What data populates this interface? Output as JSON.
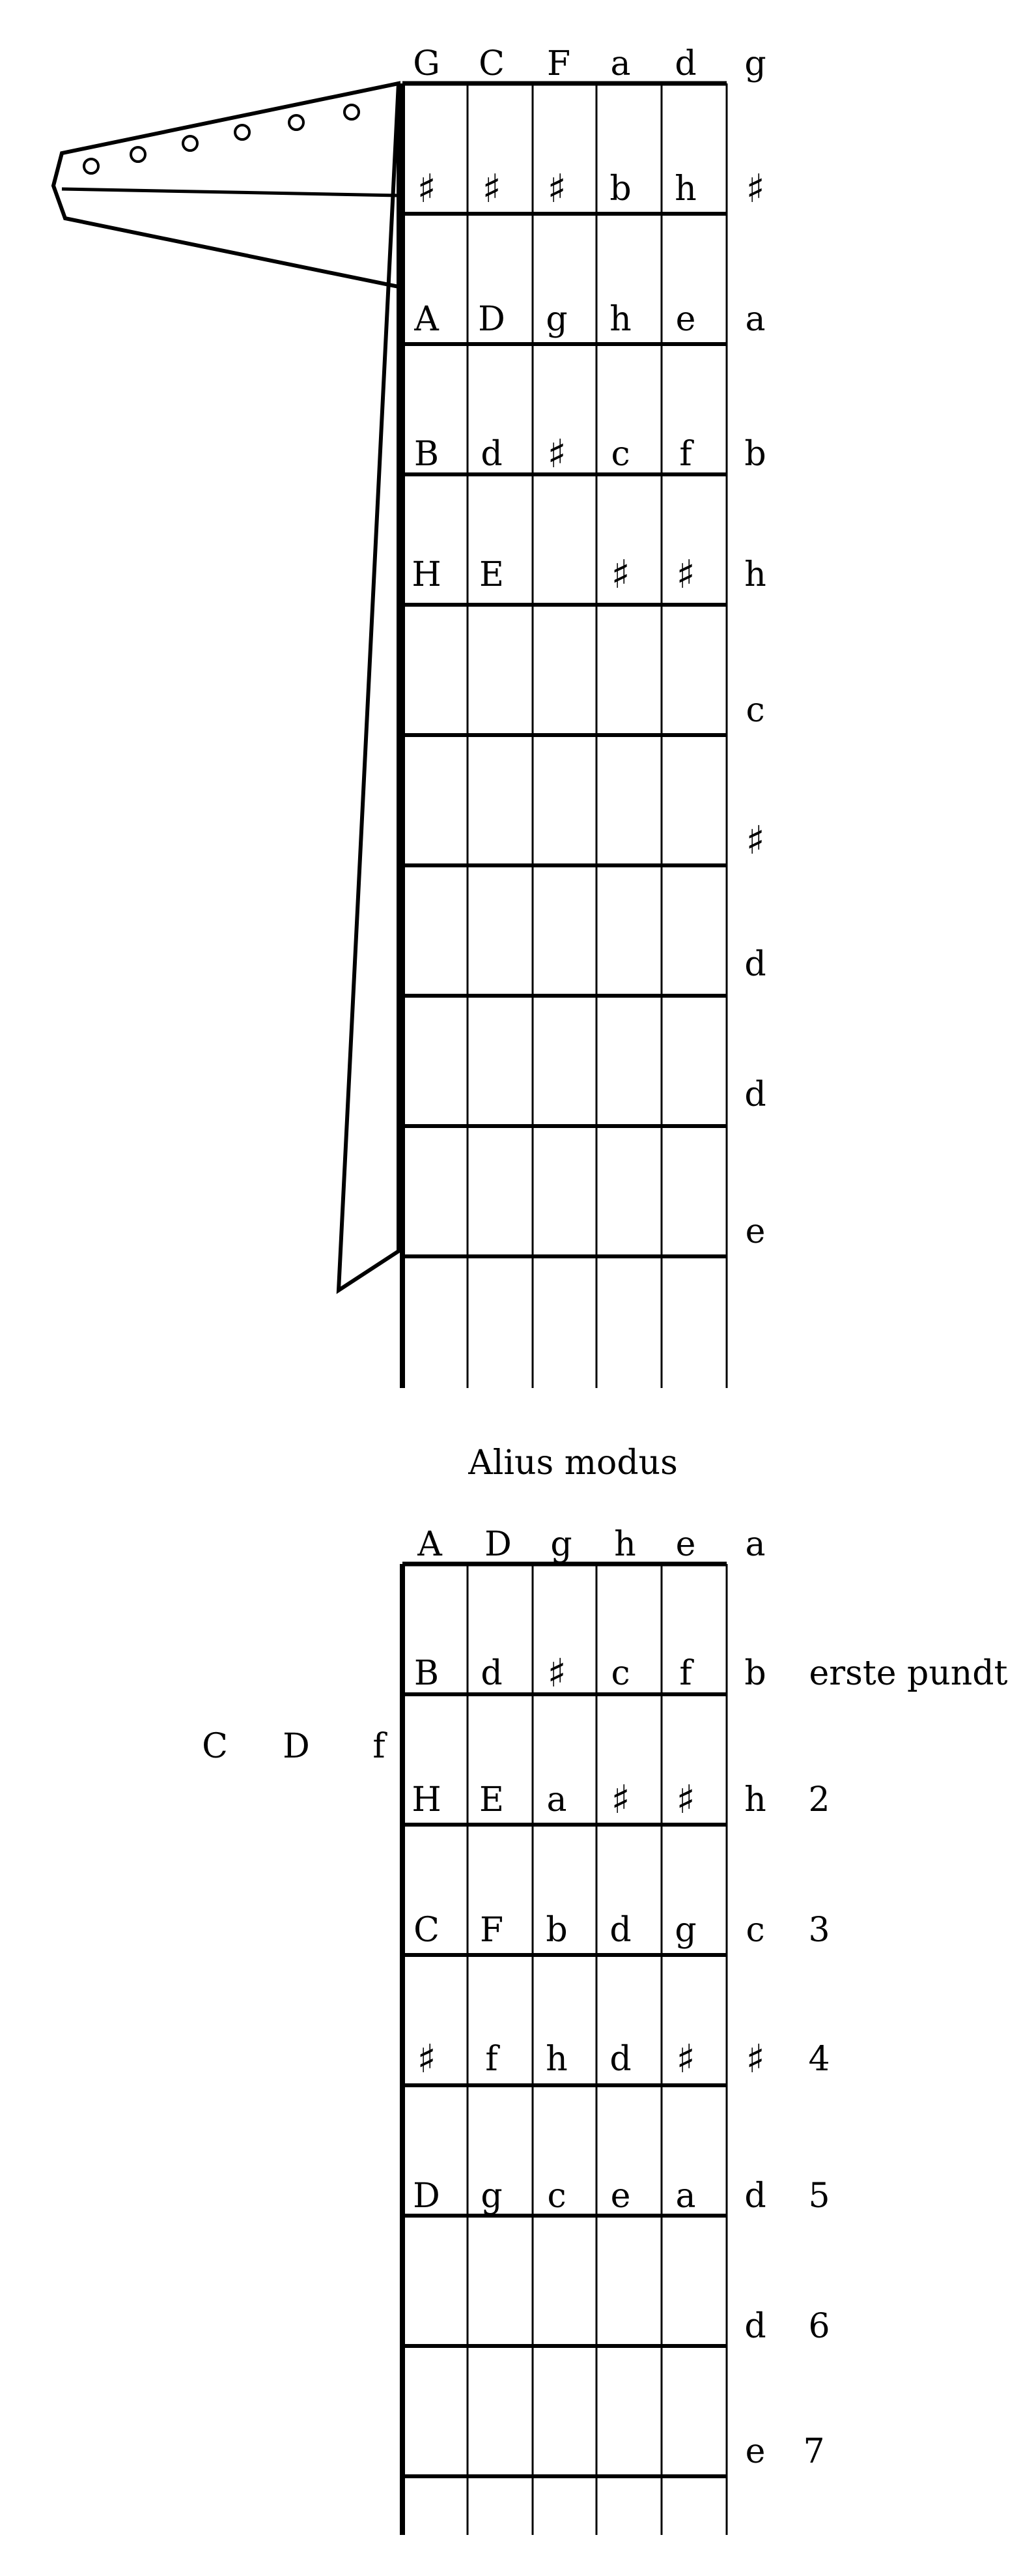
{
  "tab1": {
    "top_tuning": [
      "G",
      "C",
      "F",
      "a",
      "d",
      "g"
    ],
    "rows": [
      [
        "#",
        "#",
        "#",
        "b",
        "h"
      ],
      [
        "A",
        "D",
        "g",
        "h",
        "e"
      ],
      [
        "B",
        "d",
        "#",
        "c",
        "f"
      ],
      [
        "H",
        "E",
        "",
        "#",
        "#"
      ],
      [
        "",
        "",
        "",
        "",
        ""
      ],
      [
        "",
        "",
        "",
        "",
        ""
      ],
      [
        "",
        "",
        "",
        "",
        ""
      ],
      [
        "",
        "",
        "",
        "",
        ""
      ],
      [
        "",
        "",
        "",
        "",
        ""
      ]
    ],
    "right_notes": [
      "#",
      "a",
      "b",
      "h",
      "c",
      "#",
      "d",
      "d",
      "e"
    ]
  },
  "caption": "Alius modus",
  "tab2": {
    "top_tuning": [
      "A",
      "D",
      "g",
      "h",
      "e",
      "a"
    ],
    "rows": [
      [
        "B",
        "d",
        "#",
        "c",
        "f"
      ],
      [
        "H",
        "E",
        "a",
        "#",
        "#"
      ],
      [
        "C",
        "F",
        "b",
        "d",
        "g"
      ],
      [
        "#",
        "f",
        "h",
        "d",
        "#"
      ],
      [
        "D",
        "g",
        "c",
        "e",
        "a"
      ],
      [
        "",
        "",
        "",
        "",
        ""
      ],
      [
        "",
        "",
        "",
        "",
        ""
      ]
    ],
    "right_notes": [
      "b",
      "h",
      "c",
      "#",
      "d",
      "d",
      "e"
    ],
    "fret_numbers": [
      "erste pundt",
      "2",
      "3",
      "4",
      "5",
      "6",
      "7"
    ],
    "extra_strings": [
      "C",
      "D",
      "f"
    ]
  }
}
